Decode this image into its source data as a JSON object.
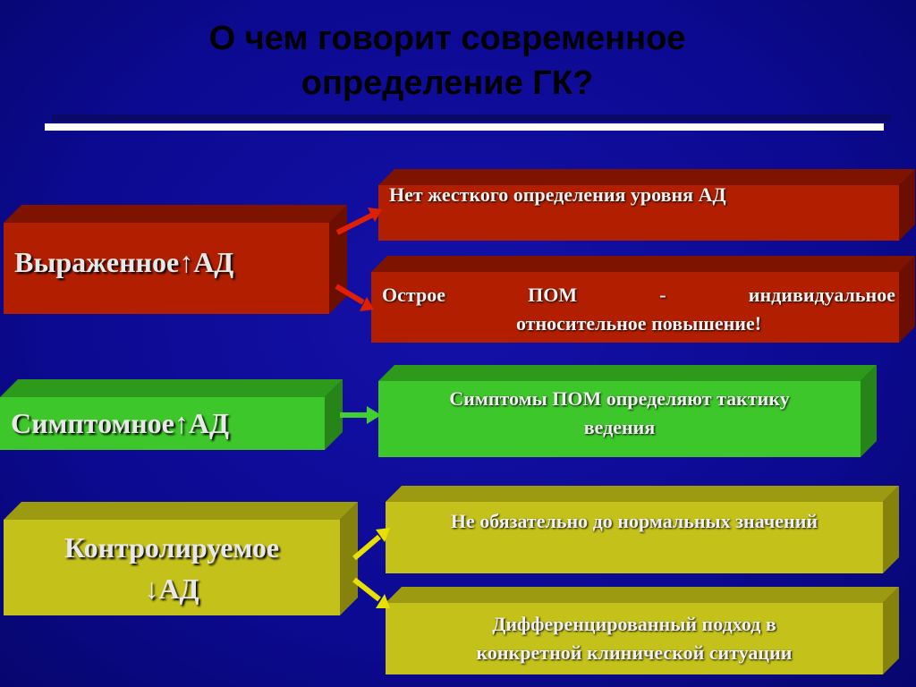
{
  "title": {
    "line1": "О чем говорит современное",
    "line2": "определение ГК?"
  },
  "rows": [
    {
      "id": "expressed",
      "left_label": "Выраженное ",
      "left_symbol": "↑",
      "left_tail": "АД",
      "color": "#b11f00",
      "right": [
        "Нет жесткого определения уровня АД",
        "Острое ПОМ - индивидуальное относительное повышение!"
      ],
      "right_parts": {
        "a1": "Острое",
        "a2": "ПОМ",
        "a3": "-",
        "a4": "индивидуальное",
        "b": "относительное повышение!"
      }
    },
    {
      "id": "symptomatic",
      "left_label": "Симптомное ",
      "left_symbol": "↑",
      "left_tail": "АД",
      "color": "#3ec72a",
      "right": [
        "Симптомы ПОМ определяют тактику",
        "ведения"
      ]
    },
    {
      "id": "controlled",
      "left_label": "Контролируемое",
      "left_symbol": "↓",
      "left_tail": "АД",
      "color": "#c4c21a",
      "right": [
        "Не обязательно до нормальных значений",
        "Дифференцированный подход в",
        "конкретной клинической ситуации"
      ]
    }
  ],
  "arrow_colors": {
    "red": "#e02000",
    "green": "#40d030",
    "yellow": "#e8e000"
  }
}
